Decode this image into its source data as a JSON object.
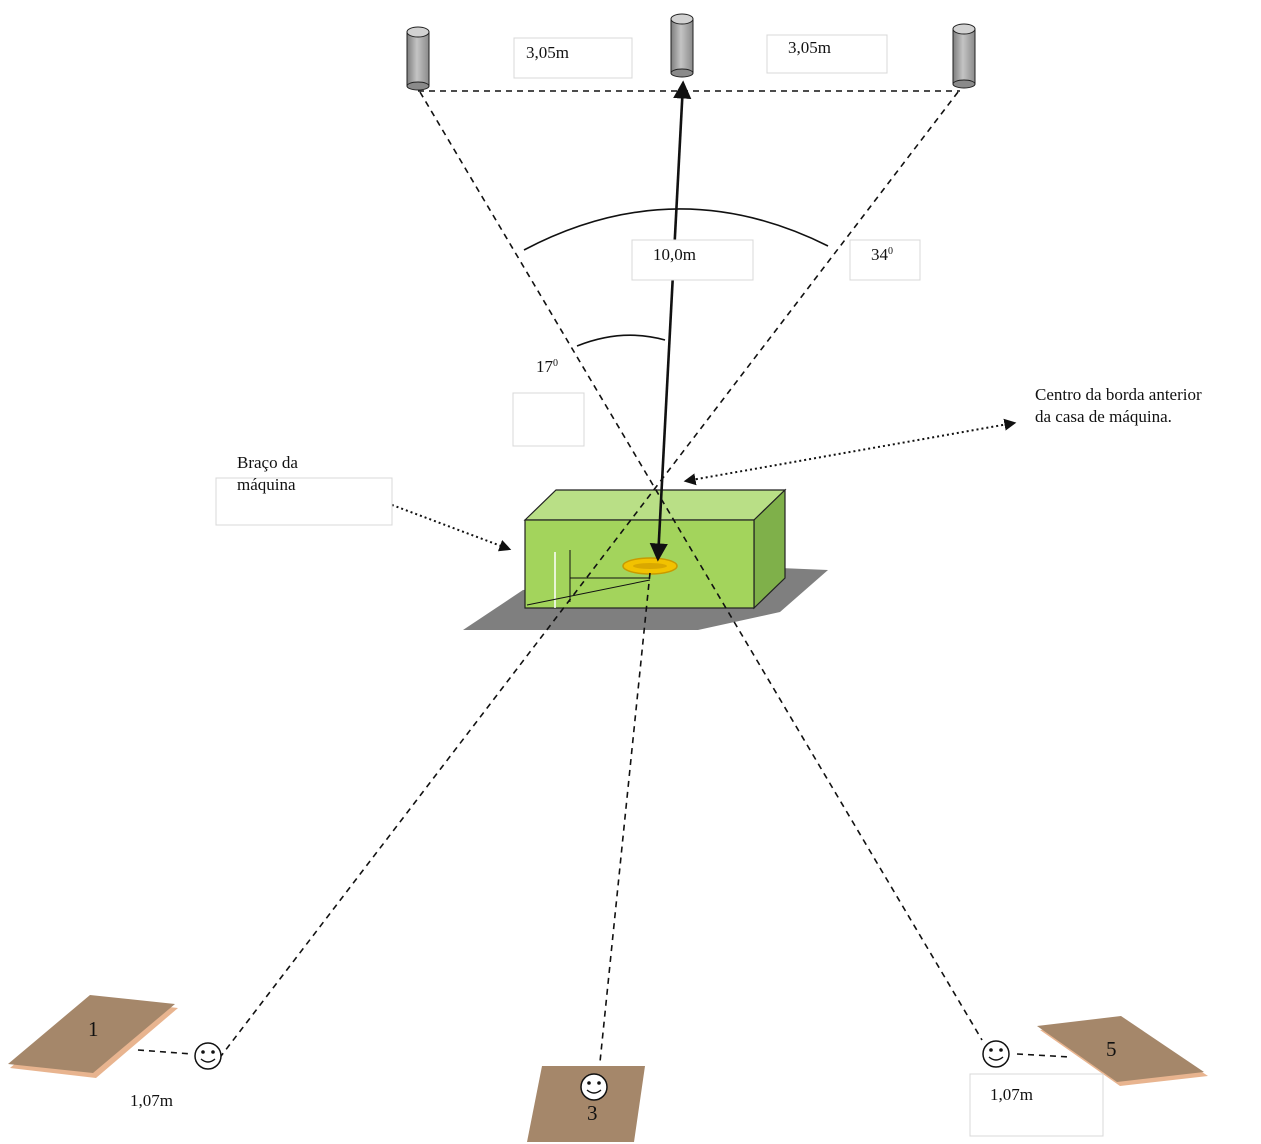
{
  "labels": {
    "spacing_left": "3,05m",
    "spacing_right": "3,05m",
    "distance": "10,0m",
    "angle_wide_value": "34",
    "angle_wide_unit": "0",
    "angle_half_value": "17",
    "angle_half_unit": "0",
    "arm_line1": "Braço da",
    "arm_line2": "máquina",
    "center_line1": "Centro da borda anterior",
    "center_line2": "da casa de máquina.",
    "offset_left": "1,07m",
    "offset_right": "1,07m"
  },
  "positions": {
    "p1": "1",
    "p3": "3",
    "p5": "5"
  },
  "colors": {
    "machine_front": "#a3d45c",
    "machine_top": "#b9df86",
    "machine_side": "#7fb04a",
    "shadow": "#7f7f7f",
    "pad": "#a5876a",
    "pad_edge": "#e8b48f",
    "ring": "#f2c200",
    "pole": "#a9a9a9"
  },
  "icons": {
    "observer": "smiley-face-icon",
    "target": "cylinder-pole-icon"
  }
}
